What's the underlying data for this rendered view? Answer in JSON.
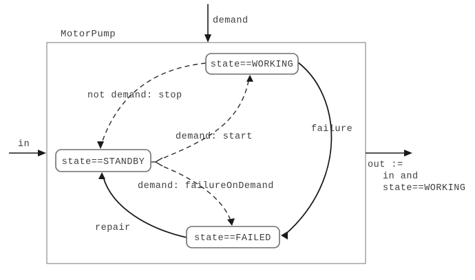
{
  "diagram_title": "MotorPump",
  "ports": {
    "demand": {
      "label": "demand",
      "direction": "input"
    },
    "in": {
      "label": "in",
      "direction": "input"
    },
    "out": {
      "direction": "output",
      "label_lines": [
        "out :=",
        "in and",
        "state==WORKING"
      ]
    }
  },
  "states": [
    {
      "id": "working",
      "label": "state==WORKING"
    },
    {
      "id": "standby",
      "label": "state==STANDBY"
    },
    {
      "id": "failed",
      "label": "state==FAILED"
    }
  ],
  "transitions": [
    {
      "label": "not demand: stop",
      "from": "working",
      "to": "standby",
      "line_style": "dashed"
    },
    {
      "label": "demand: start",
      "from": "standby",
      "to": "working",
      "line_style": "dashed"
    },
    {
      "label": "demand: failureOnDemand",
      "from": "standby",
      "to": "failed",
      "line_style": "dashed"
    },
    {
      "label": "failure",
      "from": "working",
      "to": "failed",
      "line_style": "solid"
    },
    {
      "label": "repair",
      "from": "failed",
      "to": "standby",
      "line_style": "solid"
    }
  ],
  "colors": {
    "background": "#ffffff",
    "edge_line": "#1a1a1a",
    "state_border": "#6e6e6e",
    "outer_border": "#8c8c8c",
    "text": "#3f3f3f"
  }
}
